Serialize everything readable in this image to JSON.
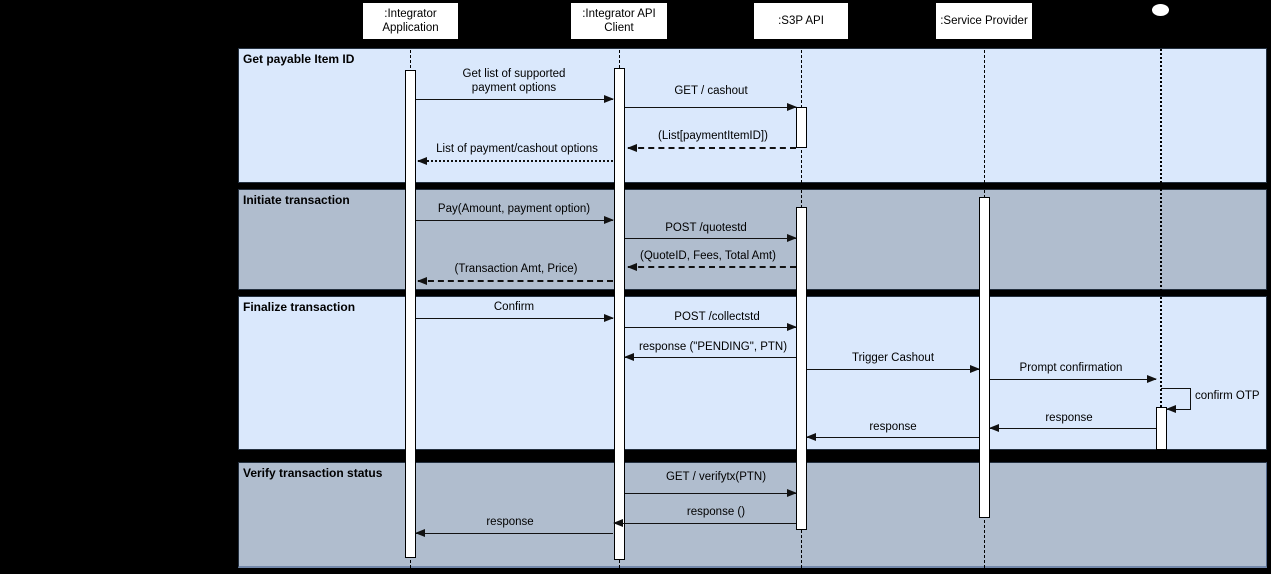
{
  "participants": [
    {
      "label": ":Integrator Application"
    },
    {
      "label": ":Integrator API Client"
    },
    {
      "label": ":S3P API"
    },
    {
      "label": ":Service Provider"
    }
  ],
  "icons": {
    "end_user_dot": "white-oval"
  },
  "sections": [
    {
      "title": "Get payable Item ID"
    },
    {
      "title": "Initiate transaction"
    },
    {
      "title": "Finalize transaction"
    },
    {
      "title": "Verify transaction status"
    }
  ],
  "messages": [
    {
      "label": "Get list of supported payment options"
    },
    {
      "label": "GET / cashout"
    },
    {
      "label": "(List[paymentItemID])"
    },
    {
      "label": "List of payment/cashout options"
    },
    {
      "label": "Pay(Amount, payment option)"
    },
    {
      "label": "POST /quotestd"
    },
    {
      "label": "(QuoteID, Fees, Total Amt)"
    },
    {
      "label": "(Transaction Amt, Price)"
    },
    {
      "label": "Confirm"
    },
    {
      "label": "POST /collectstd"
    },
    {
      "label": "response (\"PENDING\", PTN)"
    },
    {
      "label": "Trigger Cashout"
    },
    {
      "label": "Prompt confirmation"
    },
    {
      "label": "confirm OTP"
    },
    {
      "label": "response"
    },
    {
      "label": "response"
    },
    {
      "label": "GET / verifytx(PTN)"
    },
    {
      "label": "response ()"
    },
    {
      "label": "response"
    }
  ],
  "colors": {
    "band_light": "#dae8fc",
    "band_gray": "#b0bdce",
    "background": "#000000",
    "participant_fill": "#ffffff",
    "line": "#111111"
  }
}
